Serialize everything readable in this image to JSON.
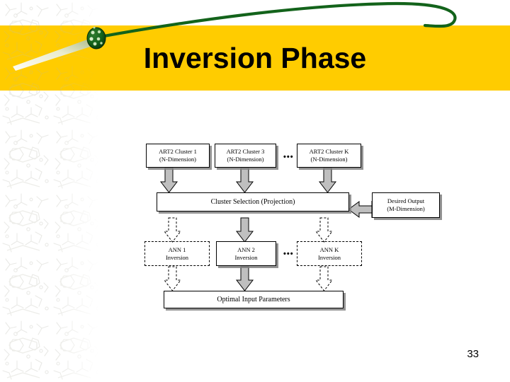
{
  "slide": {
    "title": "Inversion Phase",
    "page_number": "33",
    "band_color": "#FFCC00",
    "swoosh_color": "#13631B",
    "globe_icon": "green-globe-icon",
    "background_pattern": "faint-molecular-sketch-pattern"
  },
  "diagram": {
    "type": "flowchart",
    "cluster_row": [
      {
        "name": "art2-cluster-1",
        "label": "ART2 Cluster 1\n(N-Dimension)",
        "style": "solid"
      },
      {
        "name": "art2-cluster-3",
        "label": "ART2 Cluster 3\n(N-Dimension)",
        "style": "solid"
      },
      {
        "name": "art2-cluster-k",
        "label": "ART2 Cluster K\n(N-Dimension)",
        "style": "solid"
      }
    ],
    "cluster_ellipsis": "•••",
    "selection": {
      "name": "cluster-selection",
      "label": "Cluster Selection (Projection)",
      "style": "solid"
    },
    "desired_output": {
      "name": "desired-output",
      "label": "Desired Output\n(M-Dimension)",
      "style": "solid"
    },
    "ann_row": [
      {
        "name": "ann-1-inversion",
        "label": "ANN 1\nInversion",
        "style": "dashed"
      },
      {
        "name": "ann-2-inversion",
        "label": "ANN 2\nInversion",
        "style": "solid"
      },
      {
        "name": "ann-k-inversion",
        "label": "ANN K\nInversion",
        "style": "dashed"
      }
    ],
    "ann_ellipsis": "•••",
    "output": {
      "name": "optimal-input-parameters",
      "label": "Optimal Input Parameters",
      "style": "solid"
    },
    "arrows": {
      "solid_fill": "#BFBFBF",
      "solid_stroke": "#000000",
      "dashed_stroke": "#000000"
    }
  }
}
